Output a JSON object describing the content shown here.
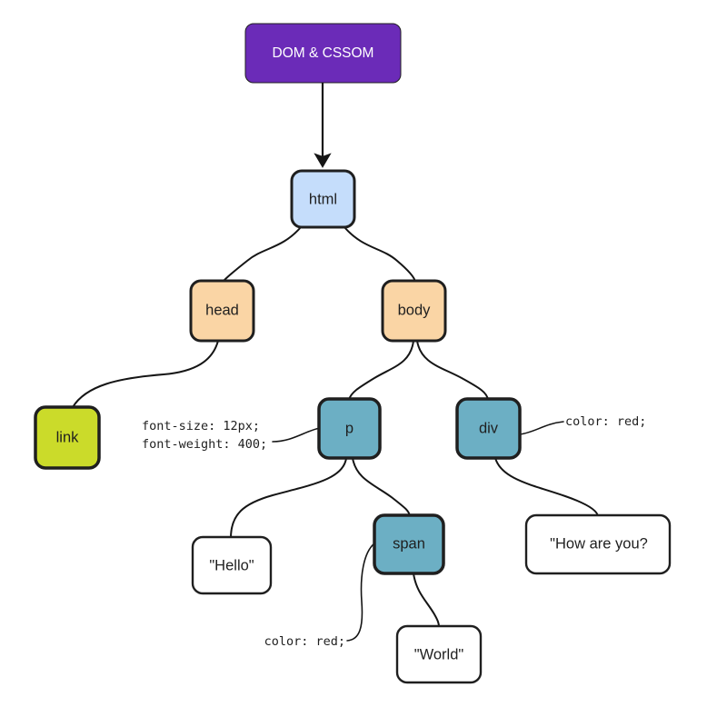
{
  "diagram": {
    "title_node": {
      "id": "dom-cssom",
      "label": "DOM & CSSOM",
      "fill": "#6B2BB8",
      "text_color": "#ffffff"
    },
    "palette": {
      "root_purple": "#6B2BB8",
      "html_blue": "#C5DDFB",
      "tag_peach": "#FAD5A5",
      "link_lime": "#CBDB2A",
      "element_teal": "#6CAFC4",
      "text_node_white": "#FFFFFF",
      "stroke_dark": "#1F1F1F"
    },
    "nodes": [
      {
        "id": "html",
        "label": "html",
        "fill": "#C5DDFB",
        "kind": "element"
      },
      {
        "id": "head",
        "label": "head",
        "fill": "#FAD5A5",
        "kind": "element"
      },
      {
        "id": "body",
        "label": "body",
        "fill": "#FAD5A5",
        "kind": "element"
      },
      {
        "id": "link",
        "label": "link",
        "fill": "#CBDB2A",
        "kind": "element"
      },
      {
        "id": "p",
        "label": "p",
        "fill": "#6CAFC4",
        "kind": "element"
      },
      {
        "id": "div",
        "label": "div",
        "fill": "#6CAFC4",
        "kind": "element"
      },
      {
        "id": "span",
        "label": "span",
        "fill": "#6CAFC4",
        "kind": "element"
      },
      {
        "id": "hello",
        "label": "\"Hello\"",
        "fill": "#FFFFFF",
        "kind": "text-node"
      },
      {
        "id": "world",
        "label": "\"World\"",
        "fill": "#FFFFFF",
        "kind": "text-node"
      },
      {
        "id": "howareyou",
        "label": "\"How are you?",
        "fill": "#FFFFFF",
        "kind": "text-node"
      }
    ],
    "annotations": [
      {
        "id": "p-style-1",
        "text": "font-size: 12px;",
        "target": "p"
      },
      {
        "id": "p-style-2",
        "text": "font-weight: 400;",
        "target": "p"
      },
      {
        "id": "div-style",
        "text": "color: red;",
        "target": "div"
      },
      {
        "id": "span-style",
        "text": "color: red;",
        "target": "span"
      }
    ],
    "edges": [
      {
        "from": "dom-cssom",
        "to": "html",
        "arrow": true
      },
      {
        "from": "html",
        "to": "head",
        "arrow": false
      },
      {
        "from": "html",
        "to": "body",
        "arrow": false
      },
      {
        "from": "head",
        "to": "link",
        "arrow": false
      },
      {
        "from": "body",
        "to": "p",
        "arrow": false
      },
      {
        "from": "body",
        "to": "div",
        "arrow": false
      },
      {
        "from": "p",
        "to": "hello",
        "arrow": false
      },
      {
        "from": "p",
        "to": "span",
        "arrow": false
      },
      {
        "from": "span",
        "to": "world",
        "arrow": false
      },
      {
        "from": "div",
        "to": "howareyou",
        "arrow": false
      }
    ]
  }
}
